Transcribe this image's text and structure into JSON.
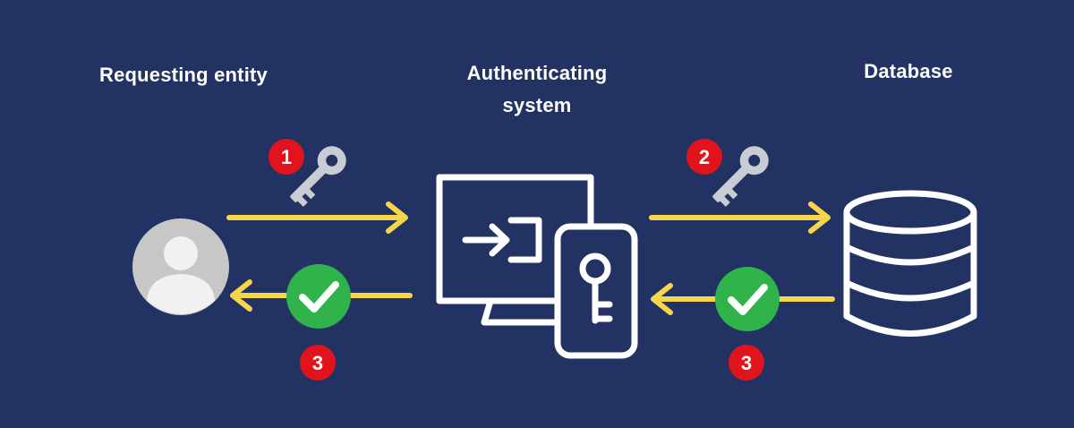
{
  "labels": {
    "requesting_entity": "Requesting entity",
    "authenticating_line1": "Authenticating",
    "authenticating_line2": "system",
    "database": "Database"
  },
  "steps": {
    "step1": "1",
    "step2": "2",
    "step3_left": "3",
    "step3_right": "3"
  },
  "colors": {
    "background": "#223263",
    "arrow": "#f7d54a",
    "badge": "#e1141e",
    "check": "#2fb34a",
    "key": "#c9cdd3",
    "avatar": "#c7c7c7",
    "line_art": "#ffffff"
  },
  "icons": {
    "user": "user-avatar-icon",
    "key": "key-icon",
    "check": "check-circle-icon",
    "computer": "computer-login-icon",
    "phone_key": "phone-key-icon",
    "database": "database-icon"
  }
}
